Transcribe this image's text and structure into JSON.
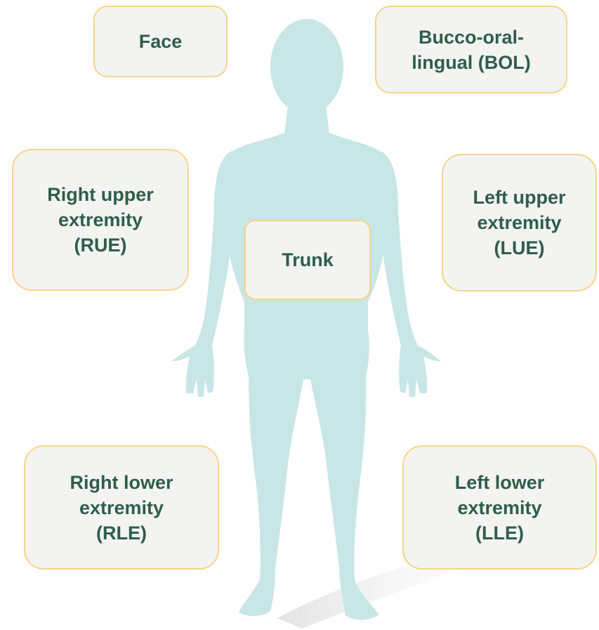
{
  "colors": {
    "silhouette": "#c7e6e5",
    "box_fill": "#f3f3f1",
    "box_border": "#f7d488",
    "label_text": "#2e5e4a"
  },
  "icons": {
    "figure": "human-body-silhouette-icon"
  },
  "regions": {
    "face": "Face",
    "bol": "Bucco-oral-\nlingual (BOL)",
    "rue": "Right upper\nextremity\n(RUE)",
    "lue": "Left upper\nextremity\n(LUE)",
    "trunk": "Trunk",
    "rle": "Right lower\nextremity\n(RLE)",
    "lle": "Left lower\nextremity\n(LLE)"
  }
}
